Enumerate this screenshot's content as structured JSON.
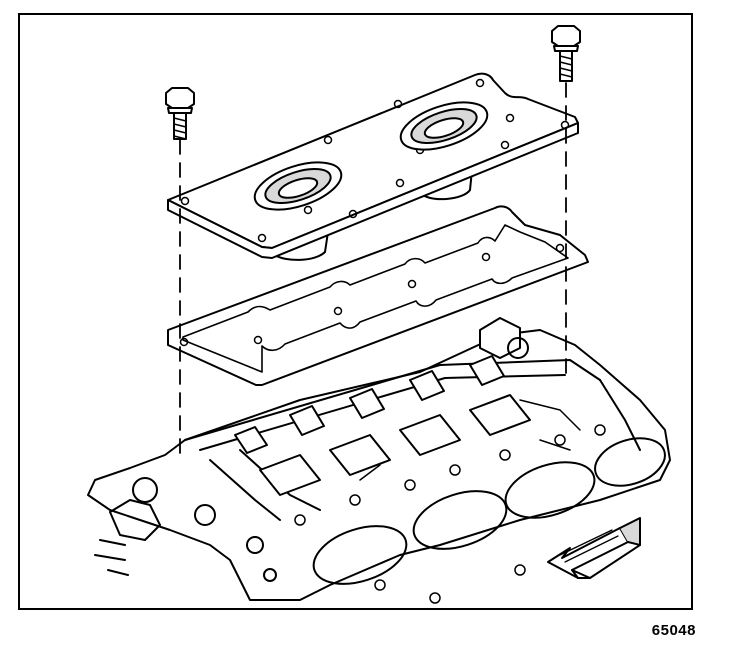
{
  "figure": {
    "reference_number": "65048"
  },
  "colors": {
    "ink": "#000000",
    "paper": "#ffffff",
    "shade": "#d9d9d9"
  },
  "icons": {
    "bolt": "hex-flange-bolt",
    "arrow": "front-direction-arrow"
  }
}
